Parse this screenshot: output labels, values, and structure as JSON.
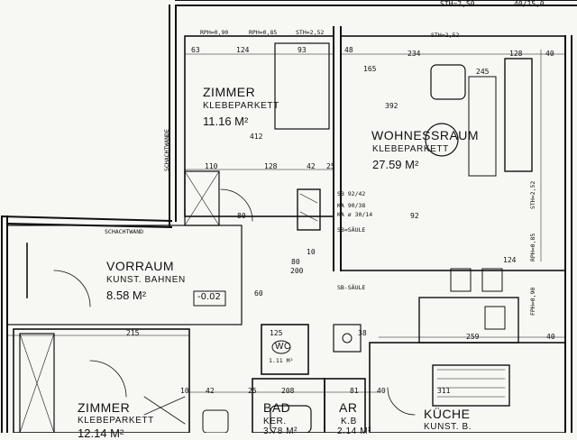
{
  "rooms": {
    "zimmer_top": {
      "name": "ZIMMER",
      "floor": "KLEBEPARKETT",
      "area": "11.16 M²"
    },
    "wohnraum": {
      "name": "WOHNESSRAUM",
      "floor": "KLEBEPARKETT",
      "area": "27.59 M²"
    },
    "vorraum": {
      "name": "VORRAUM",
      "floor": "KUNST. BAHNEN",
      "area": "8.58 M²",
      "level": "-0.02"
    },
    "zimmer_bottom": {
      "name": "ZIMMER",
      "floor": "KLEBEPARKETT",
      "area": "12.14 M²"
    },
    "bad": {
      "name": "BAD",
      "floor": "KER.",
      "area": "3.78 M²"
    },
    "ar": {
      "name": "AR",
      "floor": "K.B",
      "area": "2.14 M²"
    },
    "kueche": {
      "name": "KÜCHE",
      "floor": "KUNST. B."
    },
    "wc": {
      "name": "WC",
      "area": "1.11 M²"
    }
  },
  "top_labels": {
    "sth_a": "STH=2,50",
    "rph_a": "RPH=0,90",
    "rph_b": "RPH=0,85",
    "sth_b": "STH=2,52",
    "sth_c": "STH=2,52",
    "corner": "40/15,0"
  },
  "dims_top_left": [
    "63",
    "124",
    "93",
    "48"
  ],
  "dims_top_right": [
    "48",
    "234",
    "128",
    "40"
  ],
  "dims_misc": {
    "d165": "165",
    "d245": "245",
    "d392": "392",
    "d412": "412",
    "d110": "110",
    "d128": "128",
    "d42": "42",
    "d25": "25",
    "d80": "80",
    "d10": "10",
    "d200": "200",
    "d215": "215",
    "d125": "125",
    "d38": "38",
    "d259": "259",
    "d40": "40",
    "d311": "311",
    "d92": "92",
    "d124": "124",
    "d81": "81",
    "d208": "208",
    "d42b": "42",
    "d10b": "10",
    "d25b": "25",
    "d40b": "40",
    "d80b": "80",
    "d60": "60"
  },
  "notes": {
    "schachtwand": "SCHACHTWAND",
    "schachtwand2": "SCHACHTWANDE",
    "ka1": "KA 90/38",
    "ka2": "KA ø 30/14",
    "saeule1": "SB=SÄULE",
    "saeule2": "SB-SÄULE",
    "sb": "SB 92/42",
    "sth_right": "STH=2,52",
    "rph_right": "RPH=0,85",
    "fph_right": "FPH=0,90"
  }
}
